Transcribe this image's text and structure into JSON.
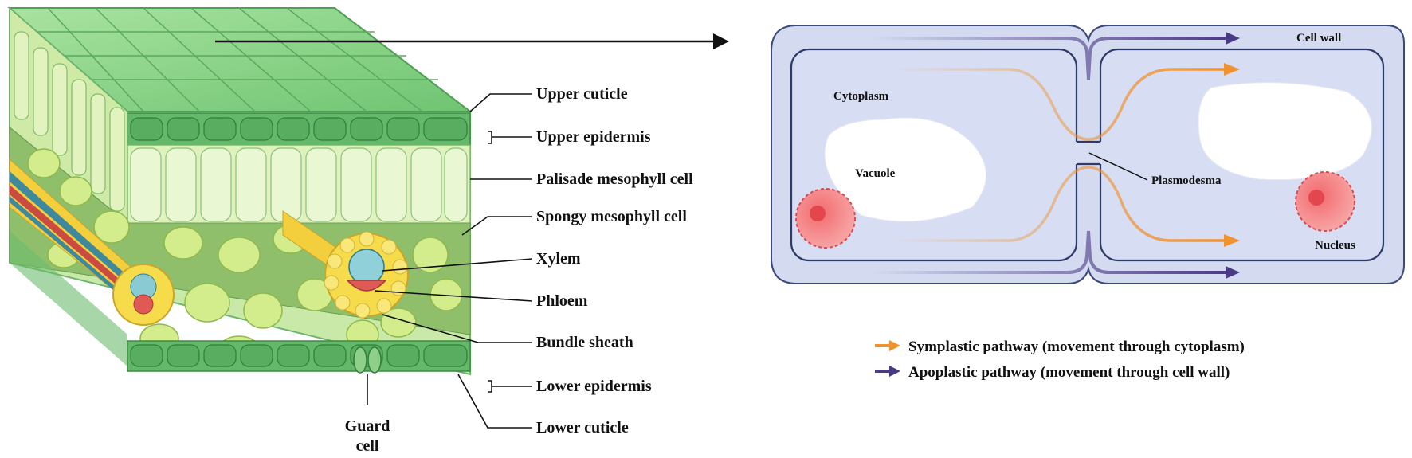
{
  "leaf_labels": {
    "upper_cuticle": "Upper cuticle",
    "upper_epidermis": "Upper epidermis",
    "palisade": "Palisade mesophyll cell",
    "spongy": "Spongy mesophyll cell",
    "xylem": "Xylem",
    "phloem": "Phloem",
    "bundle_sheath": "Bundle sheath",
    "lower_epidermis": "Lower epidermis",
    "lower_cuticle": "Lower cuticle",
    "guard_cell_line1": "Guard",
    "guard_cell_line2": "cell"
  },
  "cell_labels": {
    "cell_wall": "Cell wall",
    "cytoplasm": "Cytoplasm",
    "vacuole": "Vacuole",
    "plasmodesma": "Plasmodesma",
    "nucleus": "Nucleus"
  },
  "legend": {
    "symplastic": "Symplastic pathway (movement through cytoplasm)",
    "apoplastic": "Apoplastic pathway (movement through cell wall)"
  },
  "colors": {
    "symplastic": "#f0922e",
    "apoplastic": "#4a3a86",
    "cell_fill": "#d4daf0",
    "cell_stroke": "#3c4a7a",
    "nucleus": "#ef6f72",
    "leaf_green": "#7ccb7a",
    "leaf_light": "#d6efb0",
    "bundle_yellow": "#f6dc4a"
  }
}
